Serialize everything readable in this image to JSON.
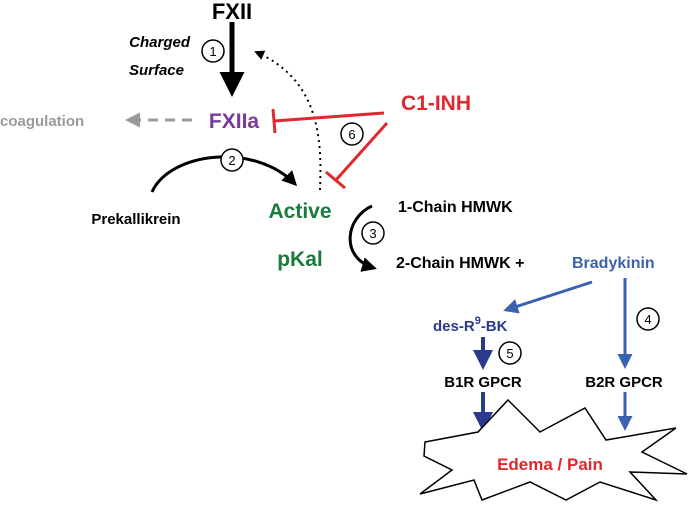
{
  "nodes": {
    "fxii": "FXII",
    "charged_surface_line1": "Charged",
    "charged_surface_line2": "Surface",
    "coagulation": "coagulation",
    "fxiia": "FXIIa",
    "c1_inh": "C1-INH",
    "prekallikrein": "Prekallikrein",
    "active_pkal_line1": "Active",
    "active_pkal_line2": "pKal",
    "one_chain_hmwk": "1-Chain HMWK",
    "two_chain_hmwk": "2-Chain HMWK +",
    "bradykinin": "Bradykinin",
    "des_r9_bk_prefix": "des-R",
    "des_r9_bk_superscript": "9",
    "des_r9_bk_suffix": "-BK",
    "b1r_gpcr": "B1R GPCR",
    "b2r_gpcr": "B2R GPCR",
    "edema_pain": "Edema / Pain"
  },
  "steps": [
    "1",
    "2",
    "3",
    "4",
    "5",
    "6"
  ],
  "colors": {
    "black": "#000000",
    "purple": "#7a3a9a",
    "red": "#e0282e",
    "green": "#1a7a3a",
    "blue": "#3a62b0",
    "navy": "#2a3a8c",
    "gray": "#9a9a9a"
  }
}
